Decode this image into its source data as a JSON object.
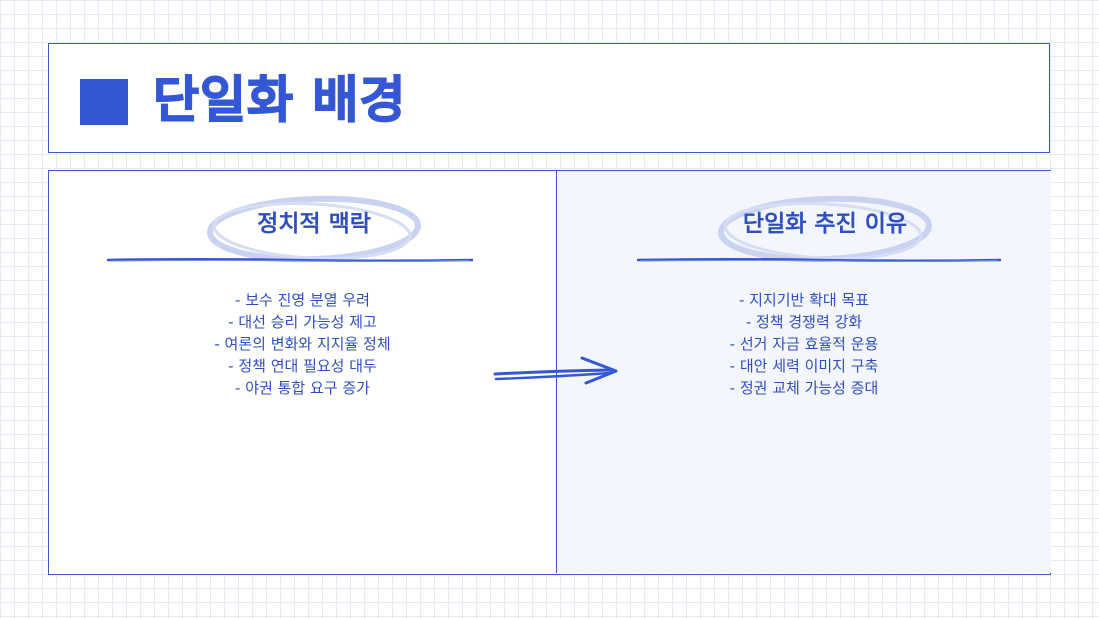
{
  "title": "단일화 배경",
  "left": {
    "heading": "정치적 맥락",
    "items": [
      "- 보수 진영 분열 우려",
      "- 대선 승리 가능성 제고",
      "- 여론의 변화와 지지율 정체",
      "- 정책 연대 필요성 대두",
      "- 야권 통합 요구 증가"
    ]
  },
  "right": {
    "heading": "단일화 추진 이유",
    "items": [
      "- 지지기반 확대 목표",
      "- 정책 경쟁력 강화",
      "- 선거 자금 효율적 운용",
      "- 대안 세력 이미지 구축",
      "- 정권 교체 가능성 증대"
    ]
  },
  "colors": {
    "accent": "#3457d5",
    "grid": "#e6ebf3",
    "ellipse": "#c9d3f0",
    "panel_right_bg": "#f3f6fd"
  }
}
